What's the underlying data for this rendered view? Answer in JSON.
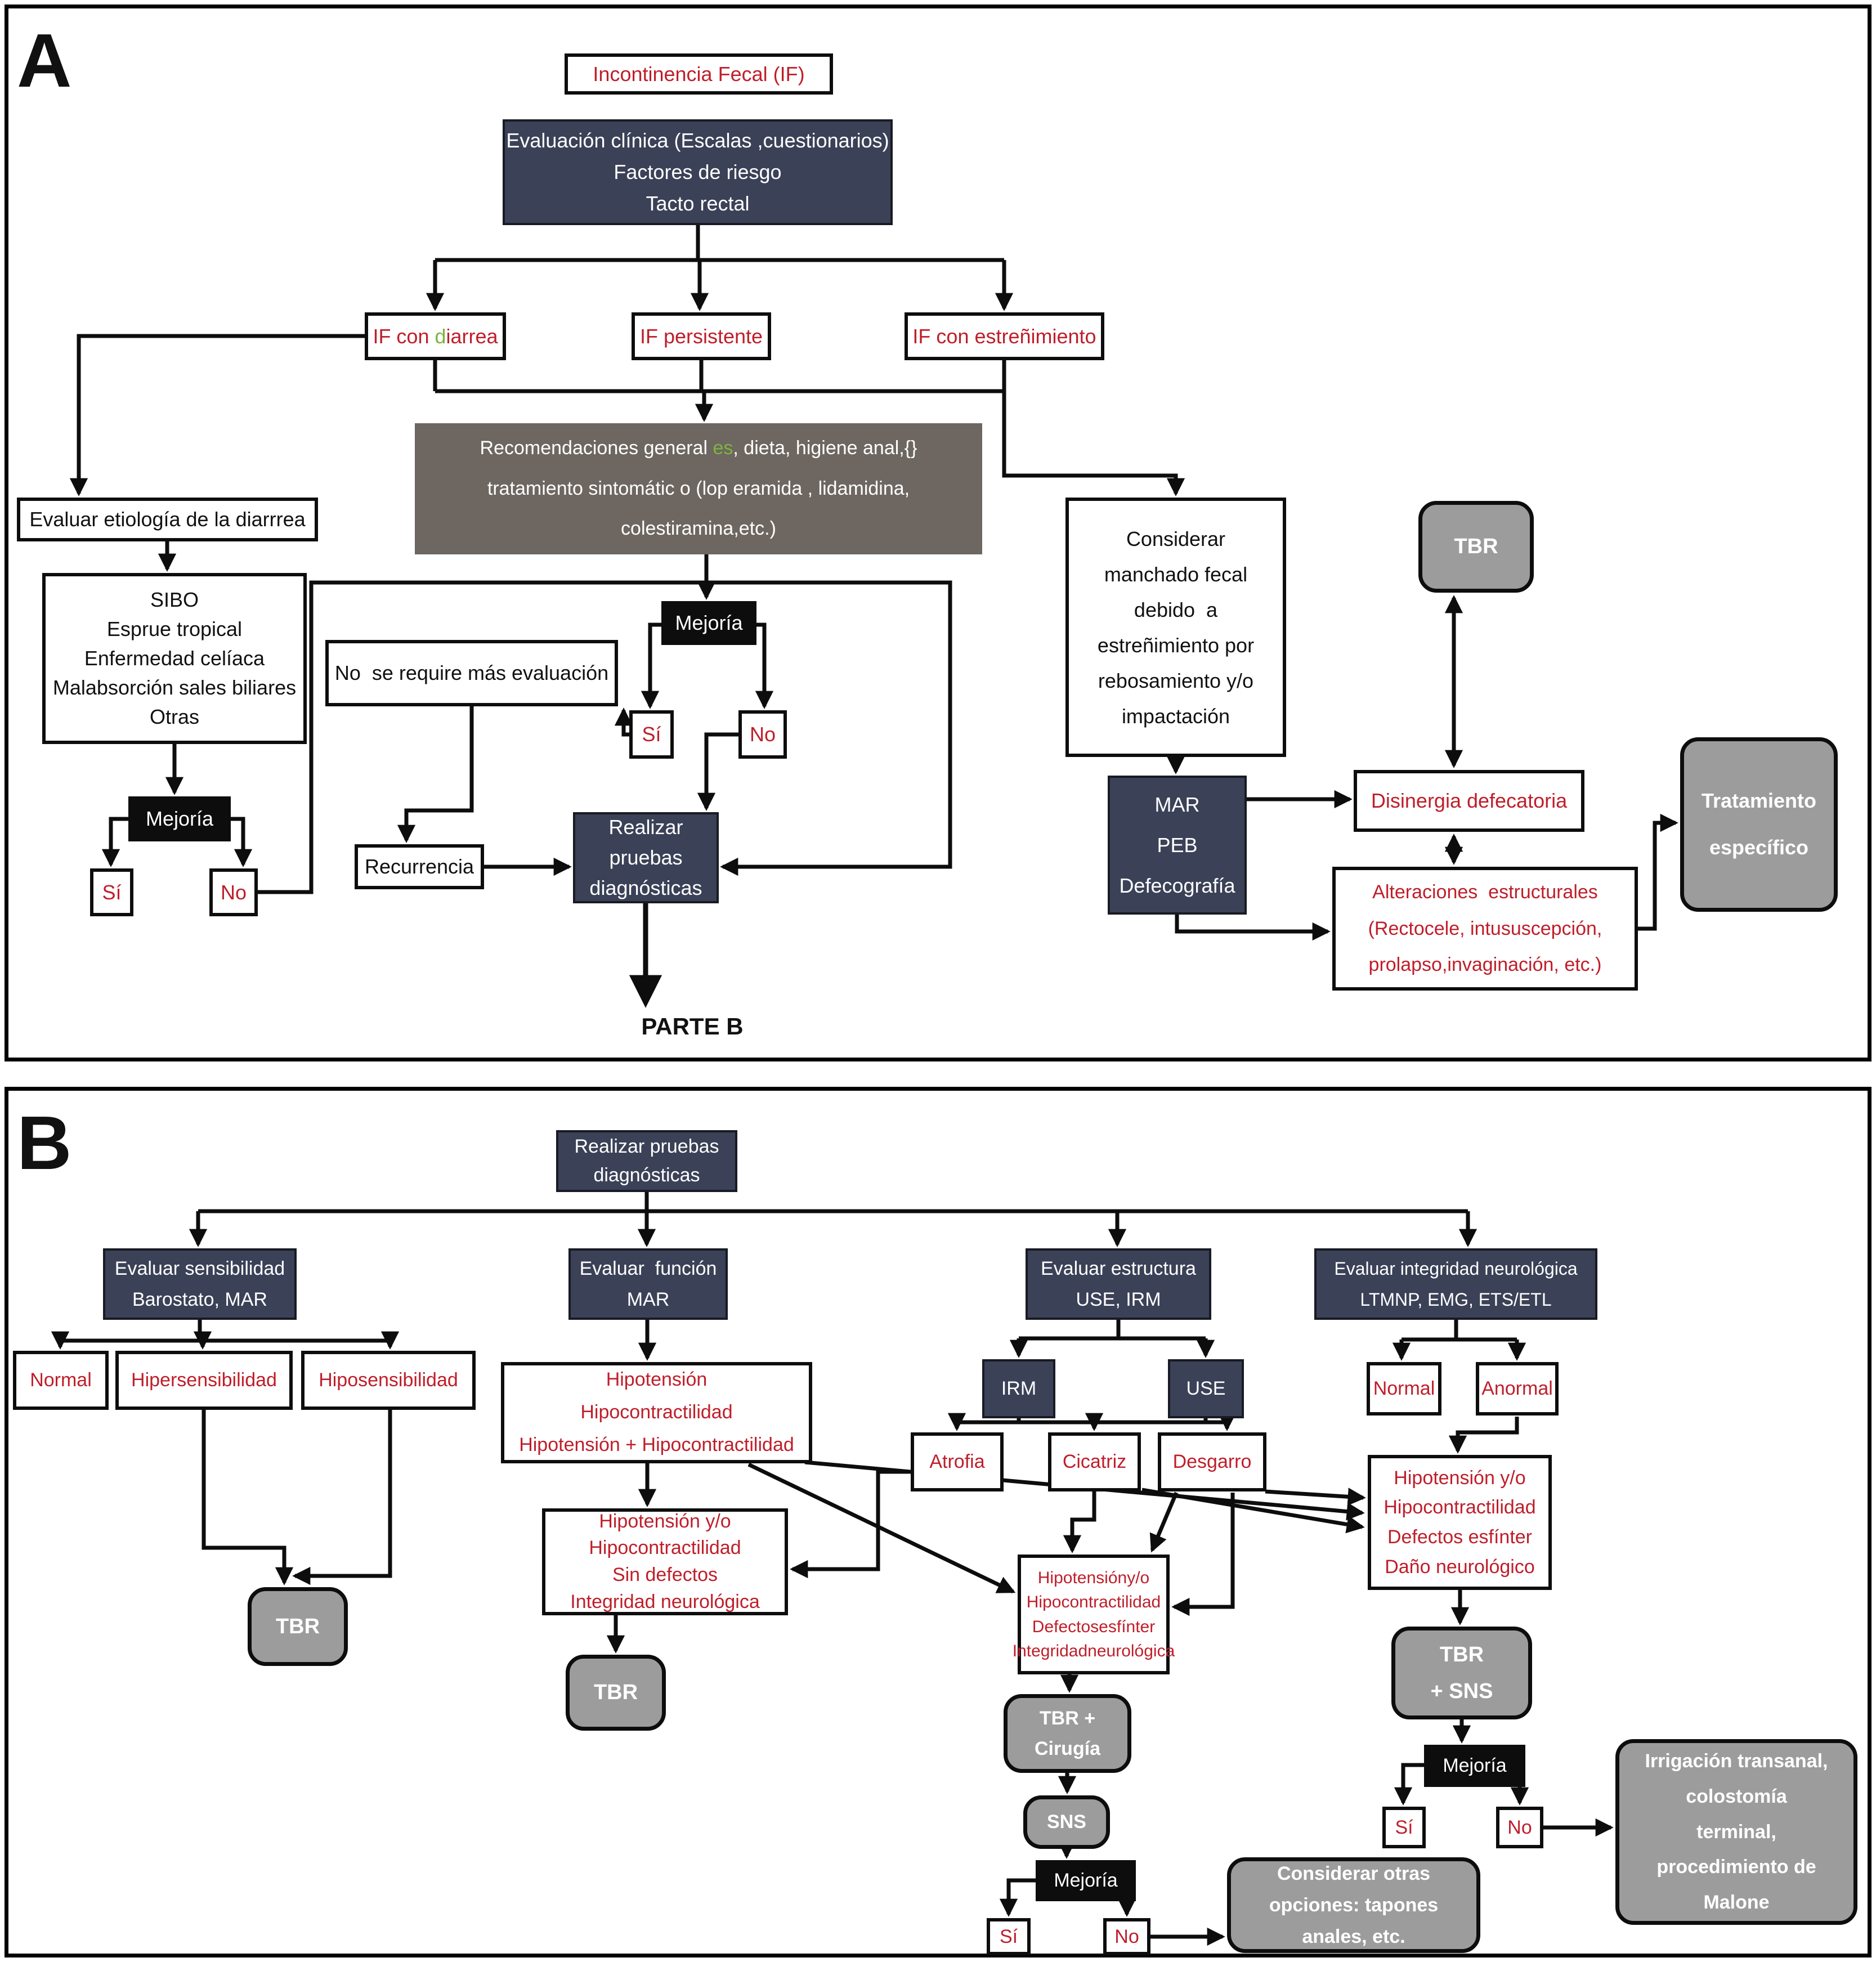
{
  "colors": {
    "navy": "#3b4157",
    "red": "#bf1e2a",
    "green": "#7cb43e",
    "warm_gray": "#6e6761",
    "rounded_gray": "#9c9c9c",
    "black": "#0d0d0d"
  },
  "partA": {
    "label": "A",
    "title": "Incontinencia Fecal (IF)",
    "eval_clinica": "Evaluación clínica (Escalas ,cuestionarios)\nFactores de riesgo\nTacto rectal",
    "if_diarrea": {
      "before": "IF con ",
      "highlight": "d",
      "after": "iarrea"
    },
    "if_persistente": "IF persistente",
    "if_estrenimiento": "IF con estreñimiento",
    "recomendaciones": {
      "line1_before": "Recomendaciones general ",
      "line1_highlight": "es",
      "line1_after": ", dieta, higiene anal,",
      "line2": "tratamiento sintomátic o (lop eramida , lidamidina,",
      "line3": "colestiramina,etc.)"
    },
    "evaluar_etiologia": "Evaluar etiología de la diarrrea",
    "sibo": "SIBO\nEsprue tropical\nEnfermedad celíaca\nMalabsorción sales biliares\nOtras",
    "mejoria_izq": "Mejoría",
    "si_izq": "Sí",
    "no_izq": "No",
    "no_se_requiere": "No  se require más evaluación",
    "mejoria_centro": "Mejoría",
    "si_centro": "Sí",
    "no_centro": "No",
    "recurrencia": "Recurrencia",
    "realizar_pruebas": "Realizar pruebas\ndiagnósticas",
    "parte_b": "PARTE B",
    "considerar_manchado": "Considerar\nmanchado fecal\ndebido  a\nestreñimiento por\nrebosamiento y/o\nimpactación",
    "tbr": "TBR",
    "mar_peb": "MAR\nPEB\nDefecografía",
    "disinergia": "Disinergia defecatoria",
    "alteraciones": "Alteraciones  estructurales\n(Rectocele, intususcepción,\nprolapso,invaginación, etc.)",
    "tratamiento": "Tratamiento\nespecífico"
  },
  "partB": {
    "label": "B",
    "realizar_pruebas": "Realizar pruebas\ndiagnósticas",
    "eval_sensibilidad": "Evaluar sensibilidad\nBarostato, MAR",
    "eval_funcion": "Evaluar  función\nMAR",
    "eval_estructura": "Evaluar estructura\nUSE, IRM",
    "eval_integridad": "Evaluar integridad neurológica\nLTMNP, EMG, ETS/ETL",
    "normal_sens": "Normal",
    "hipersensibilidad": "Hipersensibilidad",
    "hiposensibilidad": "Hiposensibilidad",
    "tbr_sens": "TBR",
    "hipotension_hipocontractilidad": "Hipotensión\nHipocontractilidad\nHipotensión + Hipocontractilidad",
    "hipo_sin_defectos": "Hipotensión y/o\nHipocontractilidad\nSin defectos\nIntegridad neurológica",
    "tbr_funcion": "TBR",
    "irm": "IRM",
    "use": "USE",
    "atrofia": "Atrofia",
    "cicatriz": "Cicatriz",
    "desgarro": "Desgarro",
    "hipo_defectos": "Hipotensióny/o\nHipocontractilidad\nDefectosesfínter\nIntegridadneurológica",
    "tbr_cirugia": "TBR +\nCirugía",
    "sns": "SNS",
    "mejoria_centro": "Mejoría",
    "si_centro": "Sí",
    "no_centro": "No",
    "considerar_otras": "Considerar otras\nopciones: tapones\nanales, etc.",
    "normal_neuro": "Normal",
    "anormal_neuro": "Anormal",
    "hipo_dano": "Hipotensión y/o\nHipocontractilidad\nDefectos esfínter\nDaño neurológico",
    "tbr_sns": "TBR\n+ SNS",
    "mejoria_der": "Mejoría",
    "si_der": "Sí",
    "no_der": "No",
    "irrigacion": "Irrigación transanal,\ncolostomía\nterminal,\nprocedimiento de\nMalone"
  }
}
